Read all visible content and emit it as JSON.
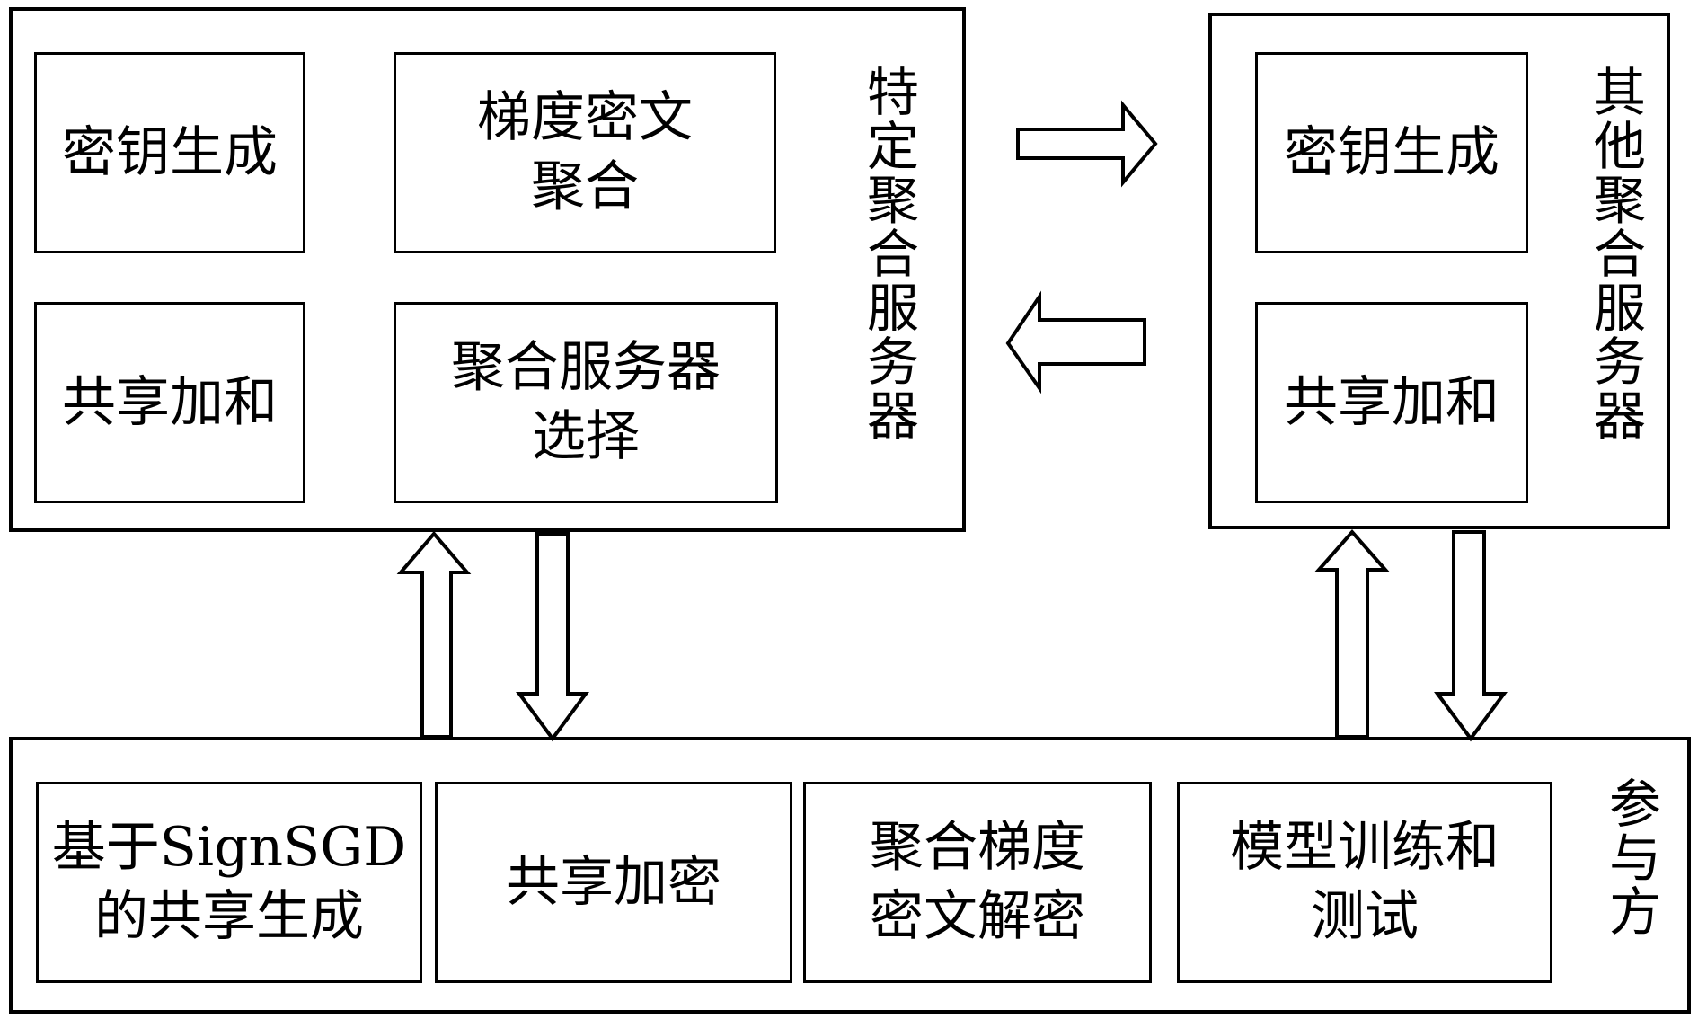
{
  "specific_server": {
    "label": "特定聚合服务器",
    "modules": {
      "key_gen": "密钥生成",
      "grad_cipher_agg": "梯度密文\n聚合",
      "share_sum": "共享加和",
      "server_select": "聚合服务器\n选择"
    }
  },
  "other_servers": {
    "label": "其他聚合服务器",
    "modules": {
      "key_gen": "密钥生成",
      "share_sum": "共享加和"
    }
  },
  "participants": {
    "label": "参与方",
    "modules": {
      "signsgd_share_gen": "基于SignSGD\n的共享生成",
      "share_encrypt": "共享加密",
      "agg_grad_decrypt": "聚合梯度\n密文解密",
      "model_train_test": "模型训练和\n测试"
    }
  }
}
